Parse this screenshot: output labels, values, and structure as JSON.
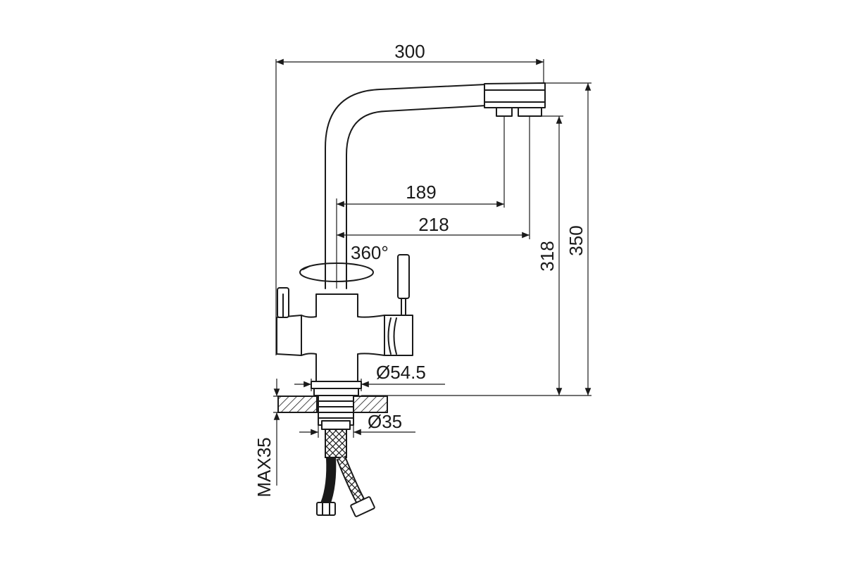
{
  "dimensions": {
    "total_width": "300",
    "reach_short": "189",
    "reach_long": "218",
    "height_outlet": "318",
    "height_total": "350",
    "rotation": "360°",
    "base_diameter": "Ø54.5",
    "shank_diameter": "Ø35",
    "max_counter_thickness": "MAX35"
  },
  "colors": {
    "line": "#1a1a1a",
    "background": "#ffffff"
  }
}
